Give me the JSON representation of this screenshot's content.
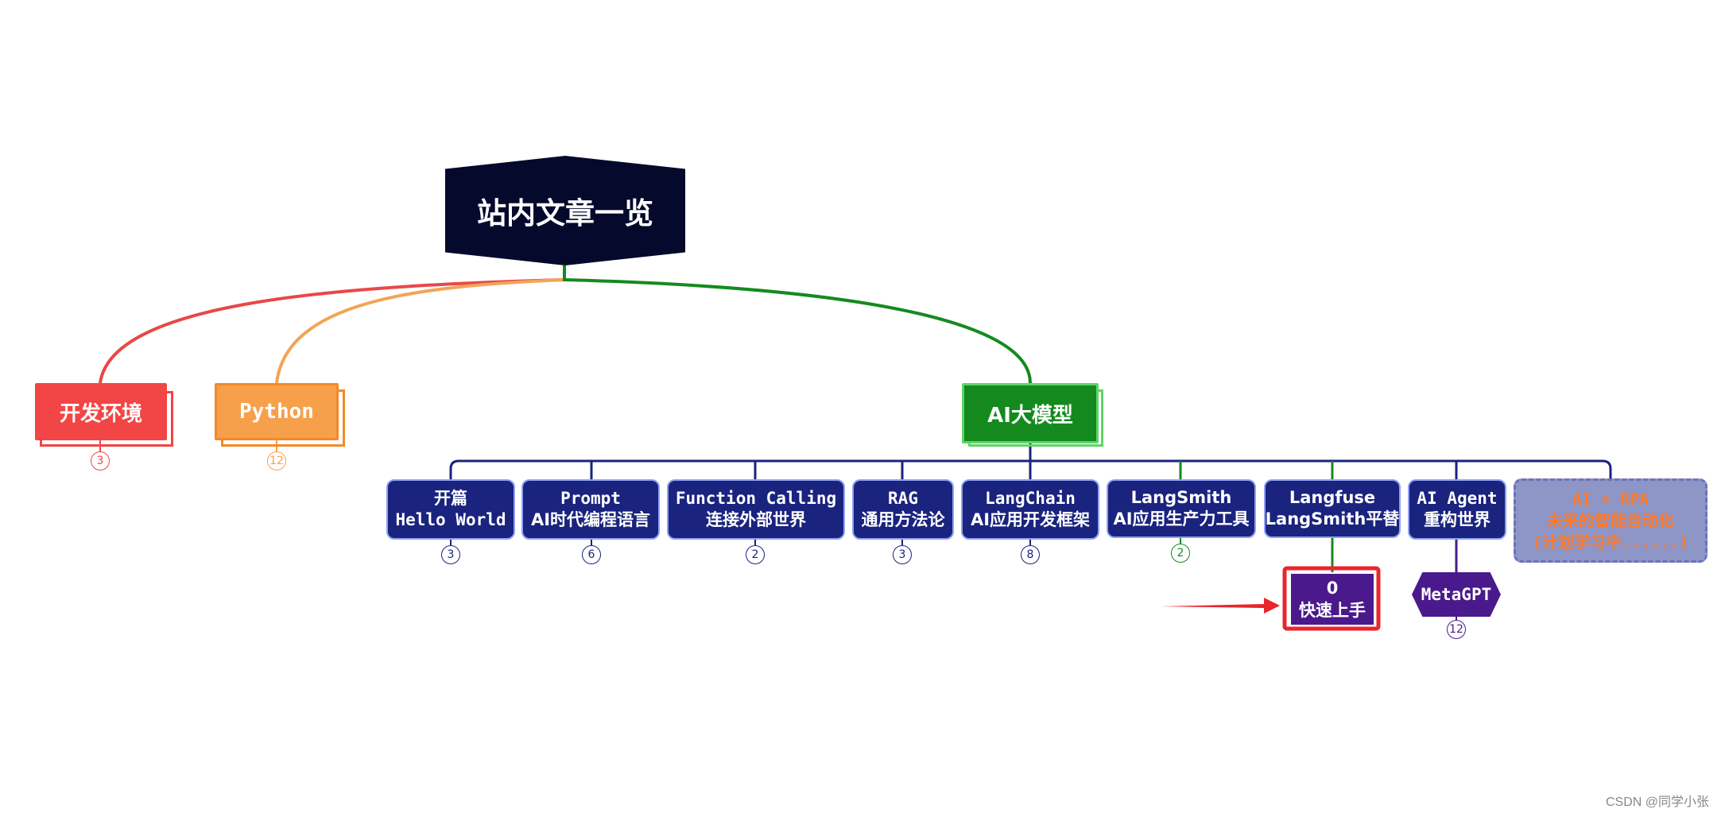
{
  "root": {
    "label": "站内文章一览"
  },
  "level1": [
    {
      "label": "开发环境",
      "count": "3",
      "color": "#f24545"
    },
    {
      "label": "Python",
      "count": "12",
      "color": "#f7a04b"
    },
    {
      "label": "AI大模型",
      "color": "#148a1e"
    }
  ],
  "children": [
    {
      "line1": "开篇",
      "line2": "Hello World",
      "count": "3"
    },
    {
      "line1": "Prompt",
      "line2": "AI时代编程语言",
      "count": "6"
    },
    {
      "line1": "Function Calling",
      "line2": "连接外部世界",
      "count": "2"
    },
    {
      "line1": "RAG",
      "line2": "通用方法论",
      "count": "3"
    },
    {
      "line1": "LangChain",
      "line2": "AI应用开发框架",
      "count": "8"
    },
    {
      "line1": "LangSmith",
      "line2": "AI应用生产力工具",
      "count": "2"
    },
    {
      "line1": "Langfuse",
      "line2": "LangSmith平替"
    },
    {
      "line1": "AI Agent",
      "line2": "重构世界"
    },
    {
      "line1": "AI + RPA",
      "line2": "未来的智能自动化",
      "line3": "(计划学习中......)"
    }
  ],
  "grandchildren": [
    {
      "line1": "0",
      "line2": "快速上手"
    },
    {
      "line1": "MetaGPT",
      "count": "12"
    }
  ],
  "watermark": "CSDN @同学小张",
  "colors": {
    "root": "#050a2c",
    "navy": "#1a237e",
    "purple": "#4a1a8c",
    "highlight": "#e8262b",
    "planned_text": "#ff7a2a"
  }
}
